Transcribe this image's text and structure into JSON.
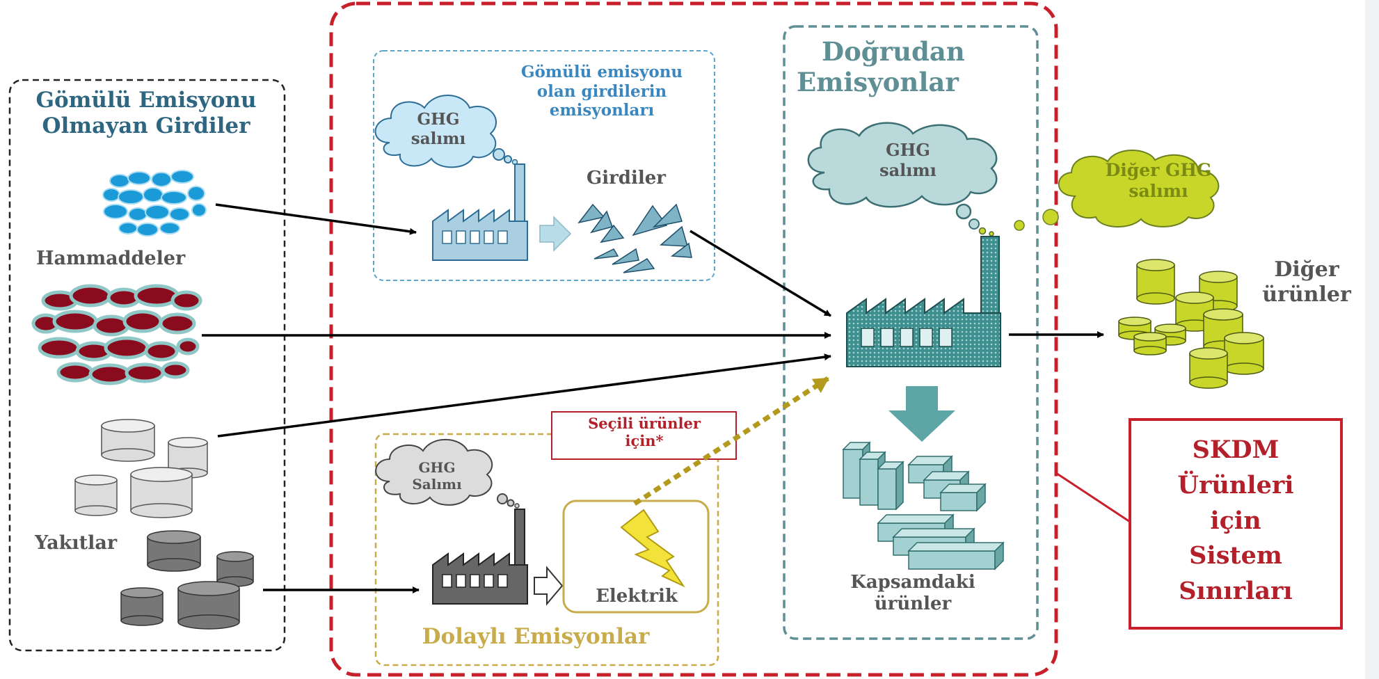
{
  "boxes": {
    "non_embedded_title_line1": "Gömülü Emisyonu",
    "non_embedded_title_line2": "Olmayan Girdiler",
    "embedded_inputs_line1": "Gömülü emisyonu",
    "embedded_inputs_line2": "olan girdilerin",
    "embedded_inputs_line3": "emisyonları",
    "direct_line1": "Doğrudan",
    "direct_line2": "Emisyonlar",
    "indirect": "Dolaylı Emisyonlar"
  },
  "inputs": {
    "raw_materials": "Hammaddeler",
    "fuels": "Yakıtlar",
    "inputs_label": "Girdiler"
  },
  "clouds": {
    "ghg": "GHG",
    "salimi": "salımı",
    "salimi_cap": "Salımı",
    "other_line1": "Diğer GHG",
    "other_line2": "salımı"
  },
  "products": {
    "other_line1": "Diğer",
    "other_line2": "ürünler",
    "scope_line1": "Kapsamdaki",
    "scope_line2": "ürünler"
  },
  "electricity": "Elektrik",
  "selected_line1": "Seçili ürünler",
  "selected_line2": "için*",
  "system_boundary": {
    "line1": "SKDM",
    "line2": "Ürünleri",
    "line3": "için",
    "line4": "Sistem",
    "line5": "Sınırları"
  },
  "colors": {
    "red_boundary": "#c8202a",
    "teal": "#5e8f94",
    "blue_dash": "#5aa5cc",
    "gold": "#c8ac4c",
    "raw_blue": "#1a9ad6",
    "raw_red": "#8b0b1e",
    "lime": "#c8d62a"
  }
}
